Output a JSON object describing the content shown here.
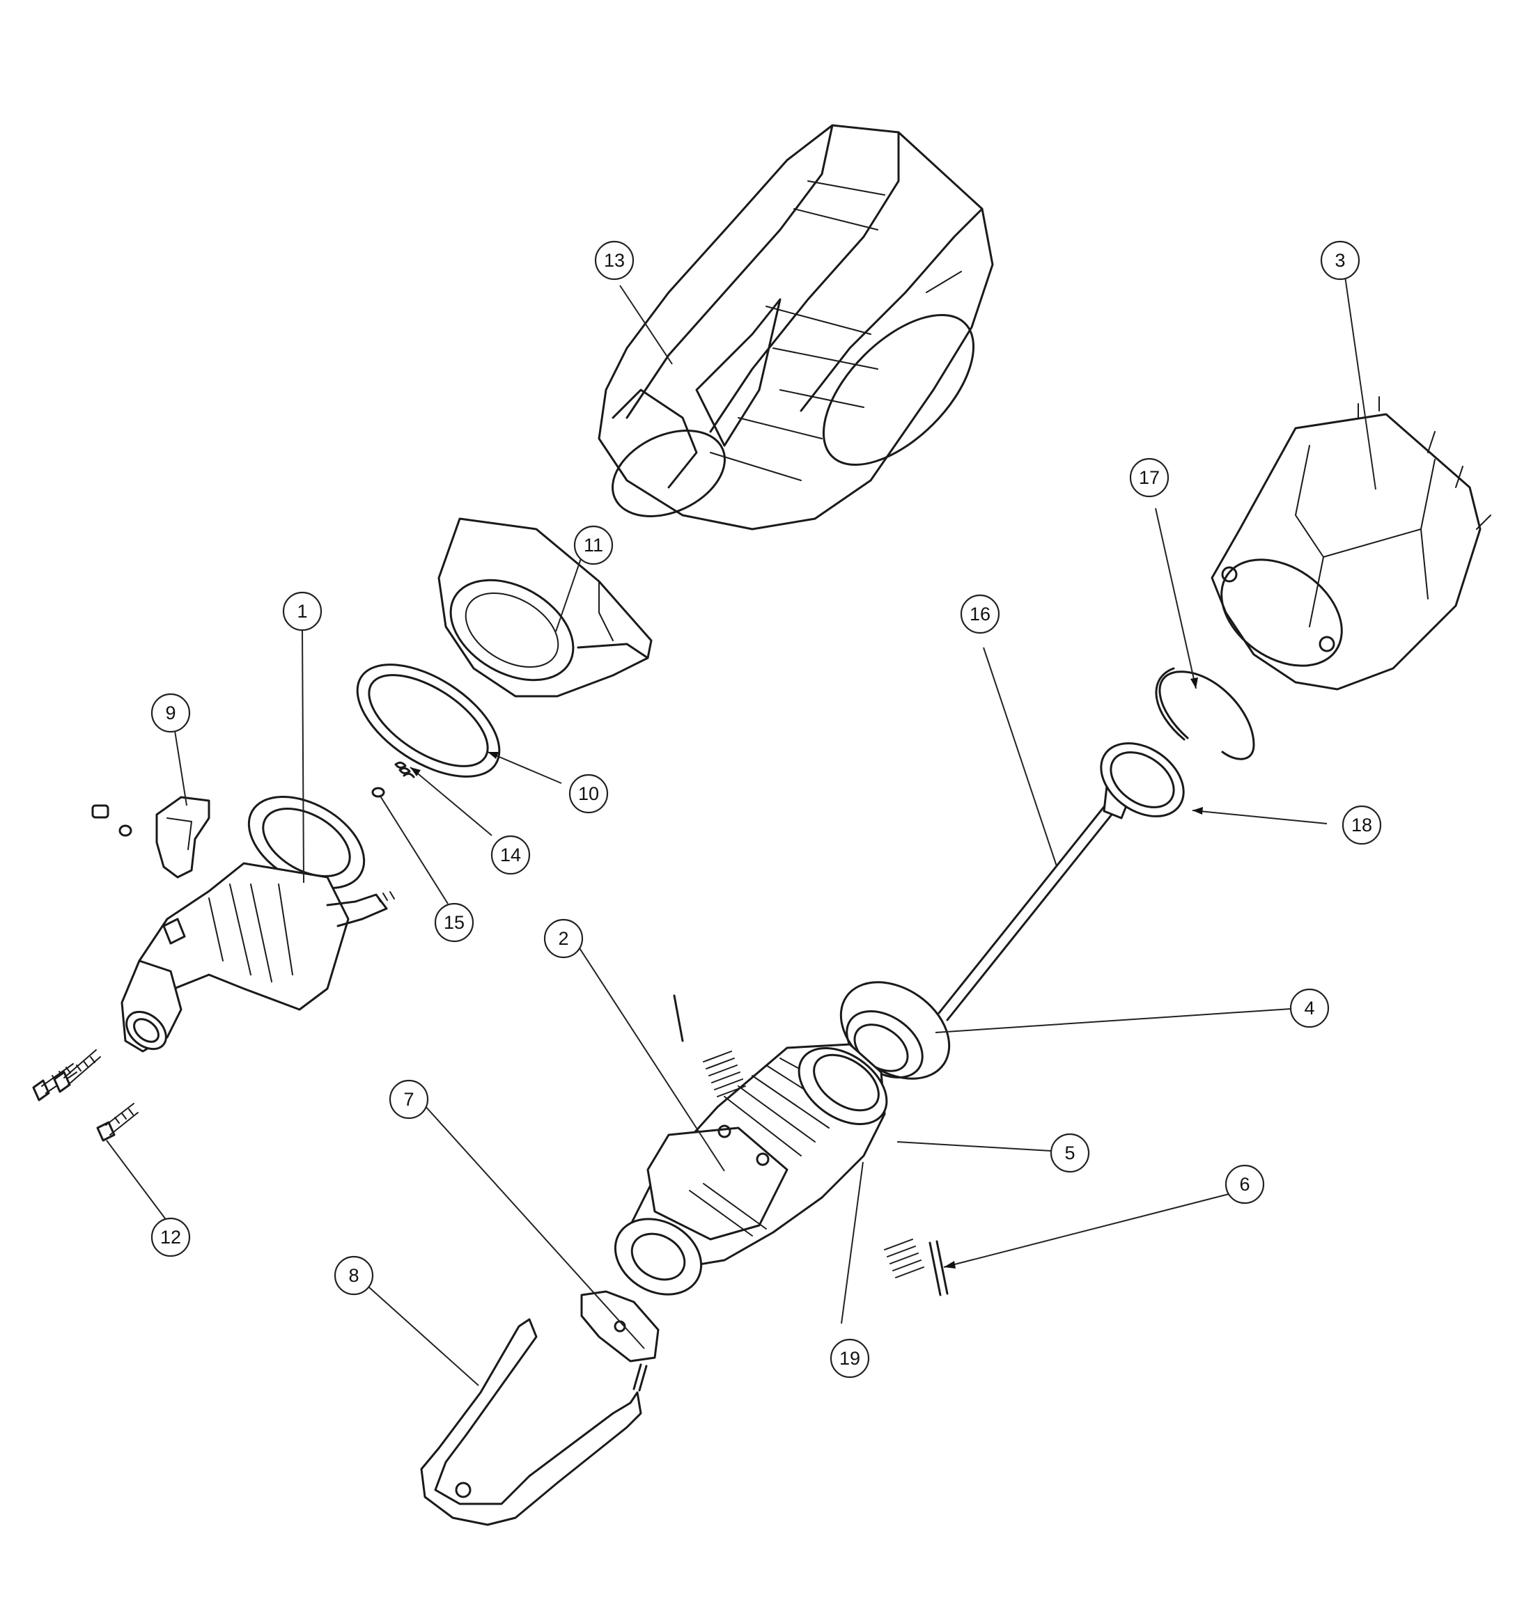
{
  "callouts": [
    {
      "label": "1"
    },
    {
      "label": "2"
    },
    {
      "label": "3"
    },
    {
      "label": "4"
    },
    {
      "label": "5"
    },
    {
      "label": "6"
    },
    {
      "label": "7"
    },
    {
      "label": "8"
    },
    {
      "label": "9"
    },
    {
      "label": "10"
    },
    {
      "label": "11"
    },
    {
      "label": "12"
    },
    {
      "label": "13"
    },
    {
      "label": "14"
    },
    {
      "label": "15"
    },
    {
      "label": "16"
    },
    {
      "label": "17"
    },
    {
      "label": "18"
    },
    {
      "label": "19"
    }
  ]
}
